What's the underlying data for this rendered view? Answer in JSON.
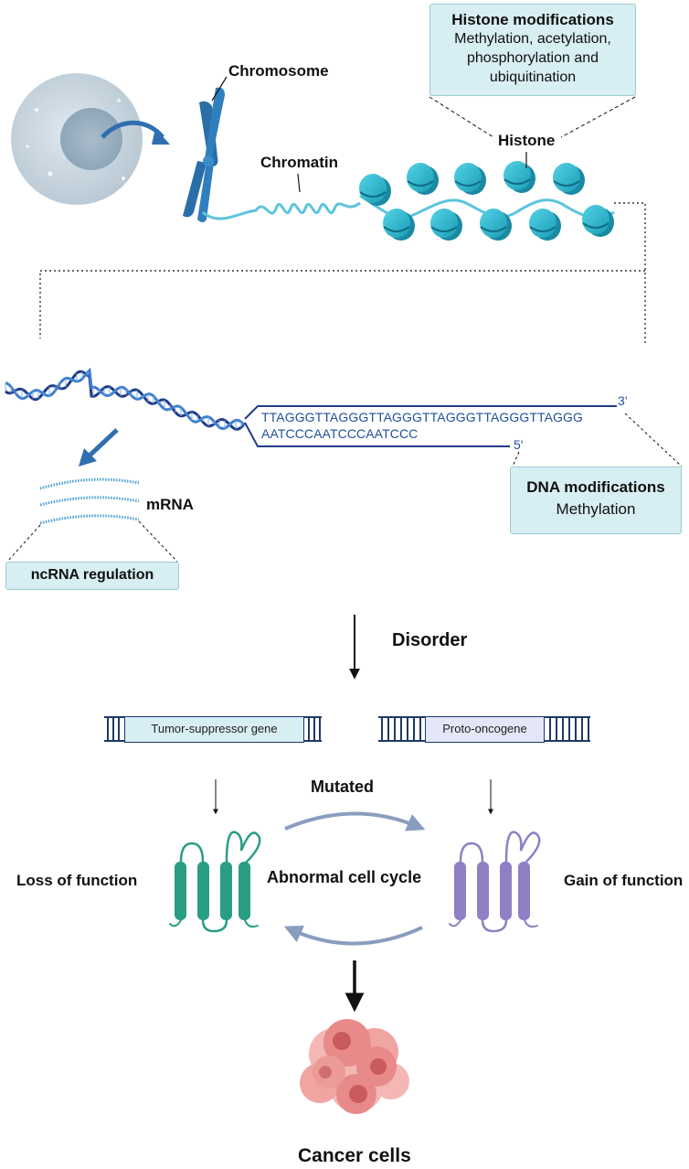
{
  "labels": {
    "chromosome": "Chromosome",
    "chromatin": "Chromatin",
    "histone": "Histone",
    "mrna": "mRNA",
    "disorder": "Disorder",
    "mutated": "Mutated",
    "loss_of_function": "Loss of function",
    "gain_of_function": "Gain of function",
    "abnormal_cell_cycle": "Abnormal cell cycle",
    "cancer_cells": "Cancer cells"
  },
  "histone_box": {
    "title": "Histone modifications",
    "lines": [
      "Methylation, acetylation,",
      "phosphorylation and",
      "ubiquitination"
    ]
  },
  "dna_box": {
    "title": "DNA modifications",
    "subtitle": "Methylation"
  },
  "ncrna_box": {
    "title": "ncRNA regulation"
  },
  "dna_sequence": {
    "top_strand": "TTAGGGTTAGGGTTAGGGTTAGGGTTAGGGTTAGGG",
    "bottom_strand": "AATCCCAATCCCAATCCC",
    "end_3": "3'",
    "end_5": "5'"
  },
  "genes": {
    "tumor_suppressor": "Tumor-suppressor gene",
    "proto_oncogene": "Proto-oncogene"
  },
  "colors": {
    "histone_blue": "#29b7cc",
    "dna_navy": "#1f3c88",
    "tumor_suppressor_protein": "#2a9d85",
    "oncogene_protein": "#8f7fc4",
    "cycle_arrow": "#8a9dbf",
    "cancer_cell": "#e88a8a",
    "box_fill": "#d7eef2"
  }
}
